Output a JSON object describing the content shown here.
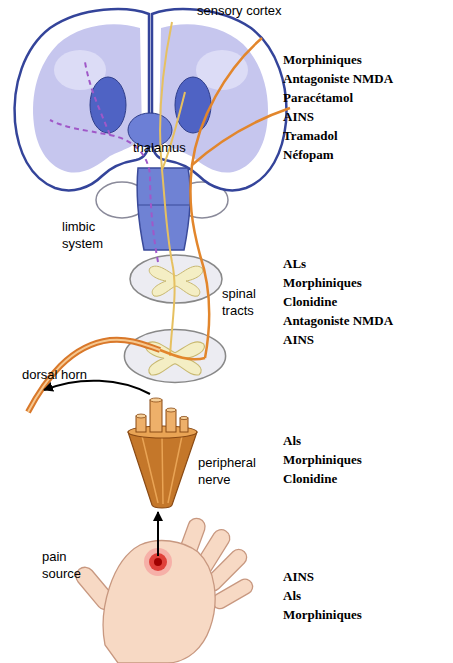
{
  "diagram": {
    "labels": [
      "sensory cortex",
      "Morphiniques",
      "Antagoniste NMDA",
      "Paracétamol",
      "AINS",
      "Tramadol",
      "Néfopam",
      "thalamus",
      "limbic system",
      "ALs",
      "Morphiniques",
      "Clonidine",
      "Antagoniste NMDA",
      "AINS",
      "spinal tracts",
      "dorsal horn",
      "Als",
      "Morphiniques",
      "Clonidine",
      "peripheral nerve",
      "pain source",
      "AINS",
      "Als",
      "Morphiniques"
    ]
  }
}
